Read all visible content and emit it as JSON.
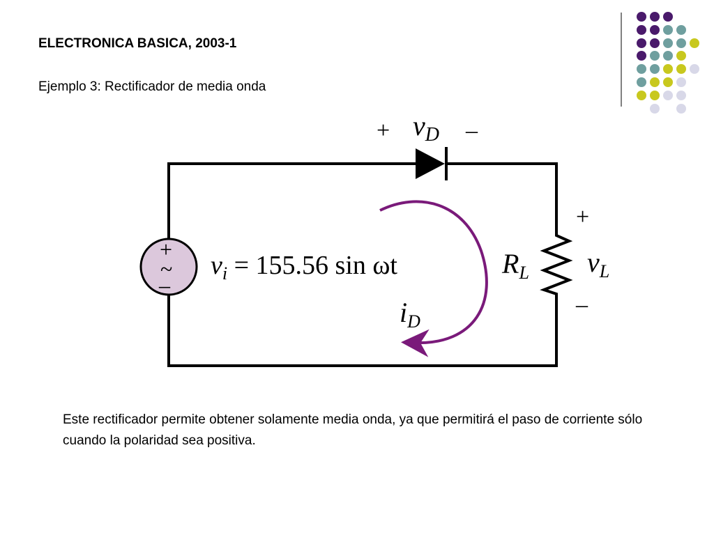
{
  "slide": {
    "title": "ELECTRONICA BASICA, 2003-1",
    "subtitle": "Ejemplo 3: Rectificador de media onda",
    "body": "Este rectificador permite obtener solamente media onda, ya que permitirá el paso de corriente sólo cuando la polaridad sea positiva."
  },
  "diagram": {
    "diode_plus": "+",
    "diode_v": "v",
    "diode_sub": "D",
    "diode_minus": "–",
    "source_plus": "+",
    "source_tilde": "~",
    "source_minus": "–",
    "source_v": "v",
    "source_sub": "i",
    "source_expr": " = 155.56 sin ωt",
    "resistor_r": "R",
    "resistor_sub": "L",
    "load_plus": "+",
    "load_v": "v",
    "load_sub": "L",
    "load_minus": "–",
    "current_i": "i",
    "current_sub": "D"
  },
  "colors": {
    "purple_dark": "#4a1a6b",
    "teal": "#6f9f9f",
    "yellow": "#c8c81e",
    "lavender": "#d8d8e8",
    "source_fill": "#dcc8dc",
    "arrow": "#7a1a7a"
  }
}
